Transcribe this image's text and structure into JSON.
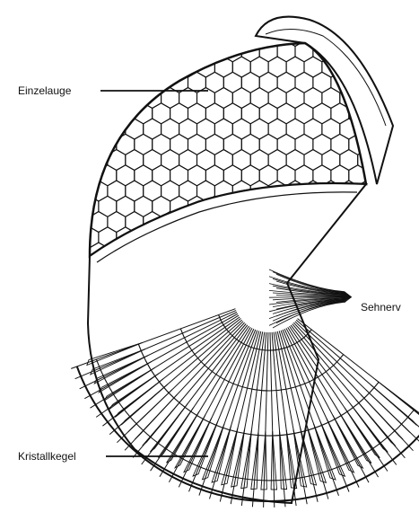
{
  "labels": {
    "einzelauge": "Einzelauge",
    "sehnerv": "Sehnerv",
    "kristallkegel": "Kristallkegel"
  },
  "colors": {
    "ink": "#111111",
    "background": "#ffffff"
  }
}
